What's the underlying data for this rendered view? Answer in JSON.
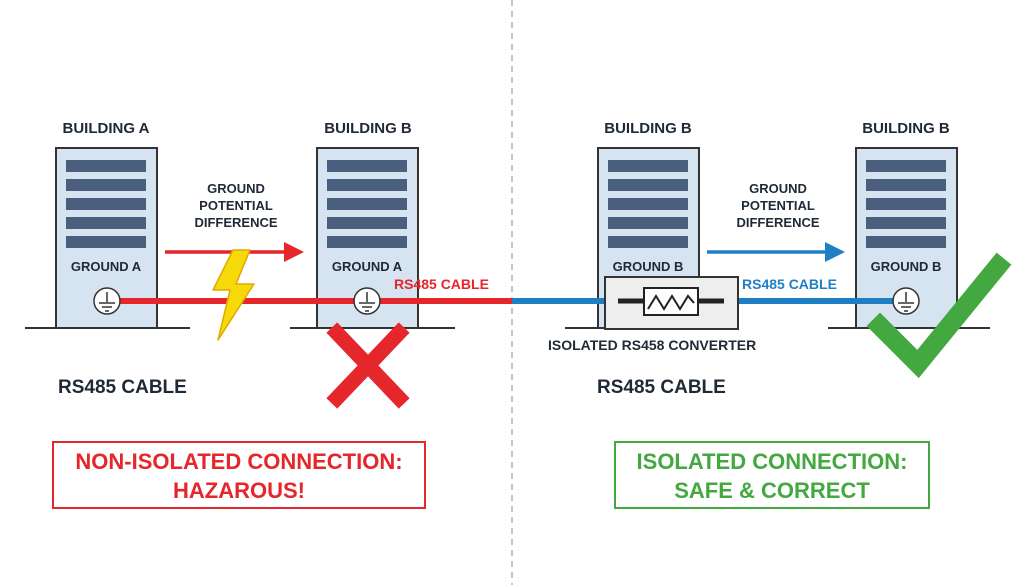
{
  "left_panel": {
    "building_1": {
      "name": "BUILDING A",
      "ground_label": "GROUND A"
    },
    "building_2": {
      "name": "BUILDING B",
      "ground_label": "GROUND A"
    },
    "gpd_line1": "GROUND",
    "gpd_line2": "POTENTIAL",
    "gpd_line3": "DIFFERENCE",
    "cable_tag": "RS485 CABLE",
    "cable_caption": "RS485 CABLE",
    "verdict_line1": "NON-ISOLATED CONNECTION:",
    "verdict_line2": "HAZAROUS!"
  },
  "right_panel": {
    "building_1": {
      "name": "BUILDING B",
      "ground_label": "GROUND B"
    },
    "building_2": {
      "name": "BUILDING B",
      "ground_label": "GROUND B"
    },
    "gpd_line1": "GROUND",
    "gpd_line2": "POTENTIAL",
    "gpd_line3": "DIFFERENCE",
    "cable_tag": "RS485 CABLE",
    "cable_caption": "RS485 CABLE",
    "converter_label": "ISOLATED RS458 CONVERTER",
    "verdict_line1": "ISOLATED CONNECTION:",
    "verdict_line2": "SAFE & CORRECT"
  },
  "colors": {
    "hazard_red": "#e5262a",
    "safe_green": "#43a83f",
    "cable_blue": "#1f7fc4",
    "building_fill": "#d6e3f0",
    "window_fill": "#4a5f7e",
    "lightning_yellow": "#f5d90a"
  },
  "icons": [
    "lightning-bolt-icon",
    "ground-symbol-icon",
    "red-x-icon",
    "green-check-icon",
    "resistor-icon"
  ]
}
